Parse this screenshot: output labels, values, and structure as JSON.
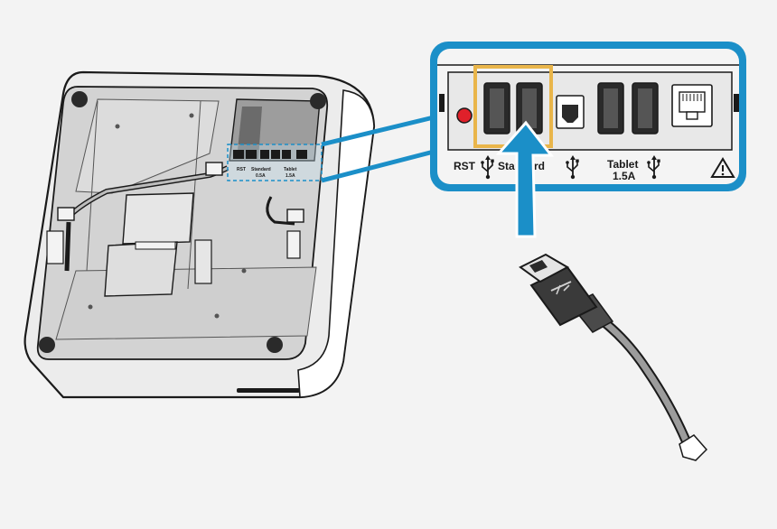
{
  "callout": {
    "rst_label": "RST",
    "standard_label": "Standard",
    "tablet_label": "Tablet",
    "tablet_current": "1.5A"
  },
  "device": {
    "rst_label": "RST",
    "standard_label": "Standard",
    "standard_current": "0.5A",
    "tablet_label": "Tablet",
    "tablet_current": "1.5A"
  },
  "colors": {
    "accent": "#1b8fc8",
    "highlight": "#e9b54a",
    "led": "#e0202a",
    "outline": "#1a1a1a",
    "body": "#ececec",
    "base": "#d3d3d3"
  },
  "icons": [
    "usb-icon",
    "warning-icon",
    "arrow-icon",
    "usb-plug-icon"
  ]
}
